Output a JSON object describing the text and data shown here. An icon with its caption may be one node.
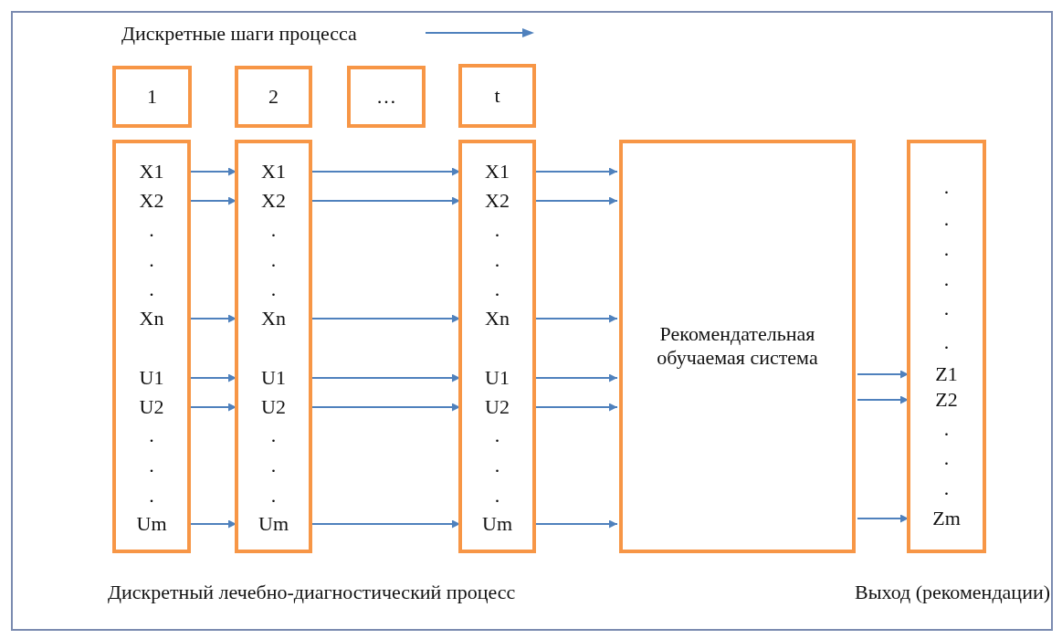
{
  "diagram": {
    "nodes": [
      {
        "text": [
          "1"
        ]
      },
      {
        "text": [
          "2"
        ]
      },
      {
        "text": [
          "…"
        ]
      },
      {
        "text": [
          "t"
        ]
      },
      {
        "text": [
          ".",
          ".",
          ".",
          ".",
          ".",
          "."
        ]
      },
      {
        "text": [
          "X1"
        ],
        "in": 4
      },
      {
        "text": [
          "X2"
        ],
        "in": 4
      },
      {
        "text": [
          "Xn"
        ],
        "in": 4
      },
      {
        "text": [
          "U1"
        ],
        "in": 4
      },
      {
        "text": [
          "U2"
        ],
        "in": 4
      },
      {
        "text": [
          "Um"
        ],
        "in": 4
      },
      {
        "text": [
          ".",
          ".",
          ".",
          ".",
          ".",
          "."
        ]
      },
      {
        "text": [
          "X1"
        ],
        "in": 11
      },
      {
        "text": [
          "X2"
        ],
        "in": 11
      },
      {
        "text": [
          "Xn"
        ],
        "in": 11
      },
      {
        "text": [
          "U1"
        ],
        "in": 11
      },
      {
        "text": [
          "U2"
        ],
        "in": 11
      },
      {
        "text": [
          "Um"
        ],
        "in": 11
      },
      {
        "text": [
          ".",
          ".",
          ".",
          ".",
          ".",
          "."
        ]
      },
      {
        "text": [
          "X1"
        ],
        "in": 18
      },
      {
        "text": [
          "X2"
        ],
        "in": 18
      },
      {
        "text": [
          "Xn"
        ],
        "in": 18
      },
      {
        "text": [
          "U1"
        ],
        "in": 18
      },
      {
        "text": [
          "U2"
        ],
        "in": 18
      },
      {
        "text": [
          "Um"
        ],
        "in": 18
      },
      {
        "text": [
          "Рекомендательная обучаемая система"
        ]
      },
      {
        "text": [
          ".",
          ".",
          ".",
          ".",
          ".",
          ".",
          ".",
          ".",
          "."
        ]
      },
      {
        "text": [
          "Z1"
        ],
        "in": 26
      },
      {
        "text": [
          "Z2"
        ],
        "in": 26
      },
      {
        "text": [
          "Zm"
        ],
        "in": 26
      }
    ],
    "edges": [
      {
        "from": 5,
        "to": 12,
        "arrow": "to"
      },
      {
        "from": 6,
        "to": 13,
        "arrow": "to"
      },
      {
        "from": 7,
        "to": 14,
        "arrow": "to"
      },
      {
        "from": 8,
        "to": 15,
        "arrow": "to"
      },
      {
        "from": 9,
        "to": 16,
        "arrow": "to"
      },
      {
        "from": 10,
        "to": 17,
        "arrow": "to"
      },
      {
        "from": 12,
        "to": 19,
        "arrow": "to"
      },
      {
        "from": 13,
        "to": 20,
        "arrow": "to"
      },
      {
        "from": 14,
        "to": 21,
        "arrow": "to"
      },
      {
        "from": 15,
        "to": 22,
        "arrow": "to"
      },
      {
        "from": 16,
        "to": 23,
        "arrow": "to"
      },
      {
        "from": 17,
        "to": 24,
        "arrow": "to"
      },
      {
        "from": 19,
        "to": 25,
        "arrow": "to"
      },
      {
        "from": 20,
        "to": 25,
        "arrow": "to"
      },
      {
        "from": 21,
        "to": 25,
        "arrow": "to"
      },
      {
        "from": 22,
        "to": 25,
        "arrow": "to"
      },
      {
        "from": 23,
        "to": 25,
        "arrow": "to"
      },
      {
        "from": 24,
        "to": 25,
        "arrow": "to"
      },
      {
        "from": 25,
        "to": 27,
        "arrow": "to"
      },
      {
        "from": 25,
        "to": 28,
        "arrow": "to"
      },
      {
        "from": 25,
        "to": 29,
        "arrow": "to"
      }
    ],
    "labels": [
      "Дискретные шаги процесса",
      "Дискретный лечебно-диагностический процесс",
      "Выход (рекомендации)"
    ]
  }
}
